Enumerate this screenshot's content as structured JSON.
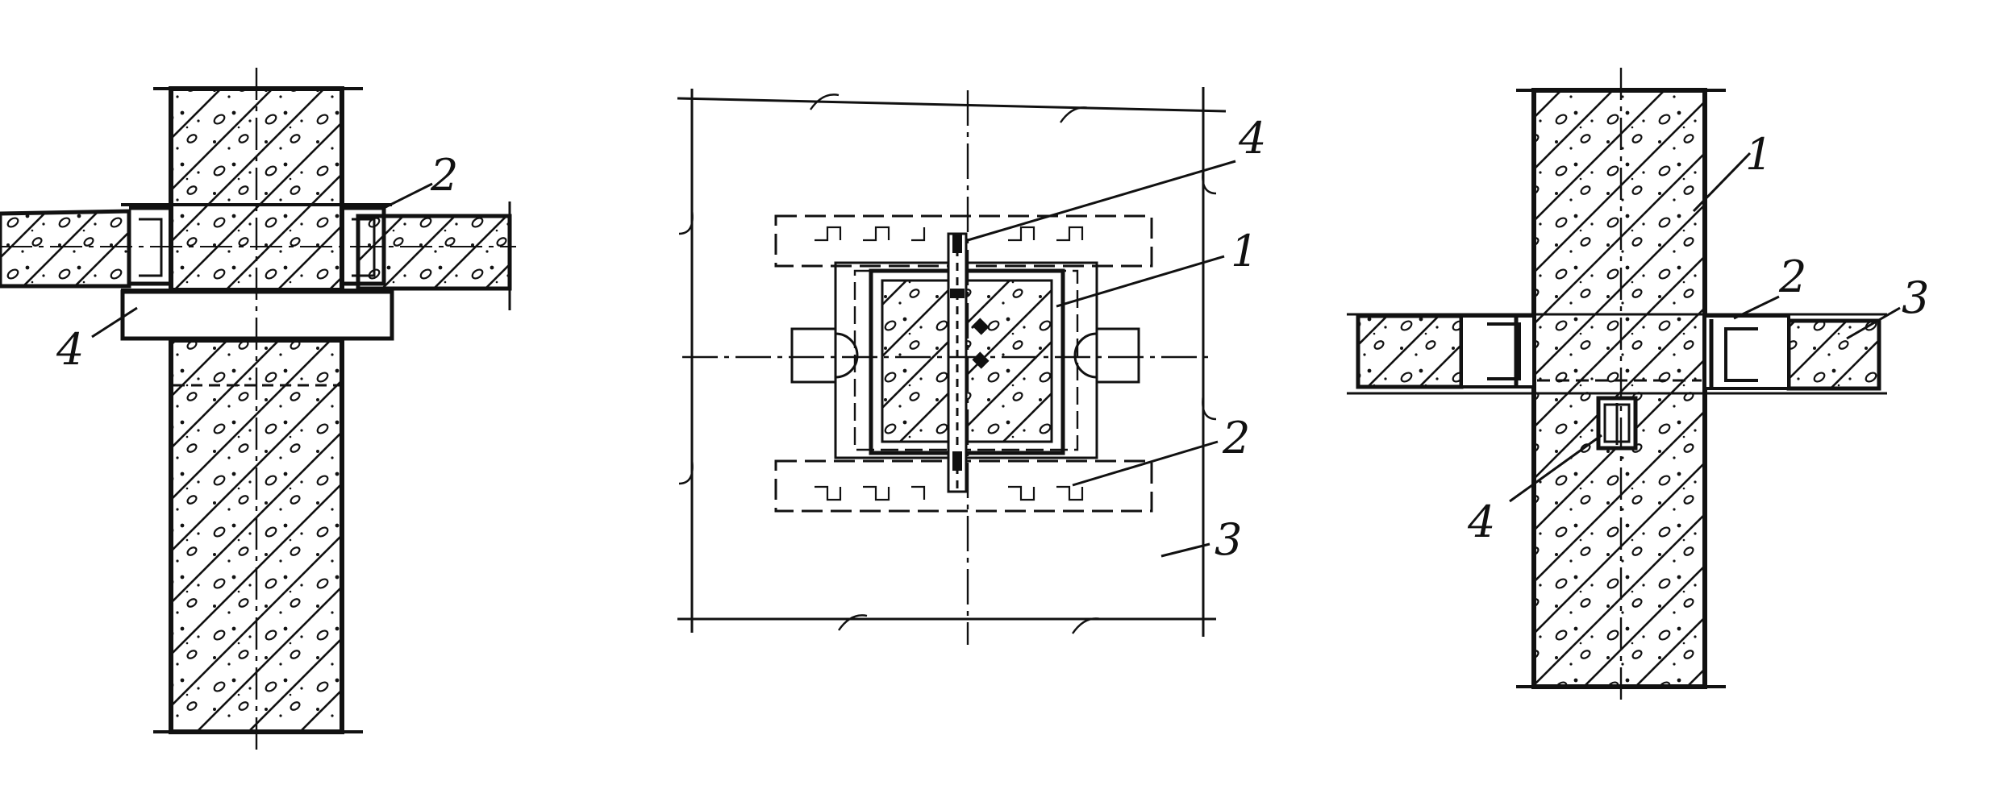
{
  "drawing": {
    "ink_color": "#111111",
    "paper_color": "#ffffff",
    "views": [
      {
        "name": "left-section-view",
        "callouts": [
          "2",
          "4"
        ]
      },
      {
        "name": "plan-view",
        "callouts": [
          "4",
          "1",
          "2",
          "3"
        ]
      },
      {
        "name": "right-section-view",
        "callouts": [
          "1",
          "2",
          "3",
          "4"
        ]
      }
    ]
  }
}
